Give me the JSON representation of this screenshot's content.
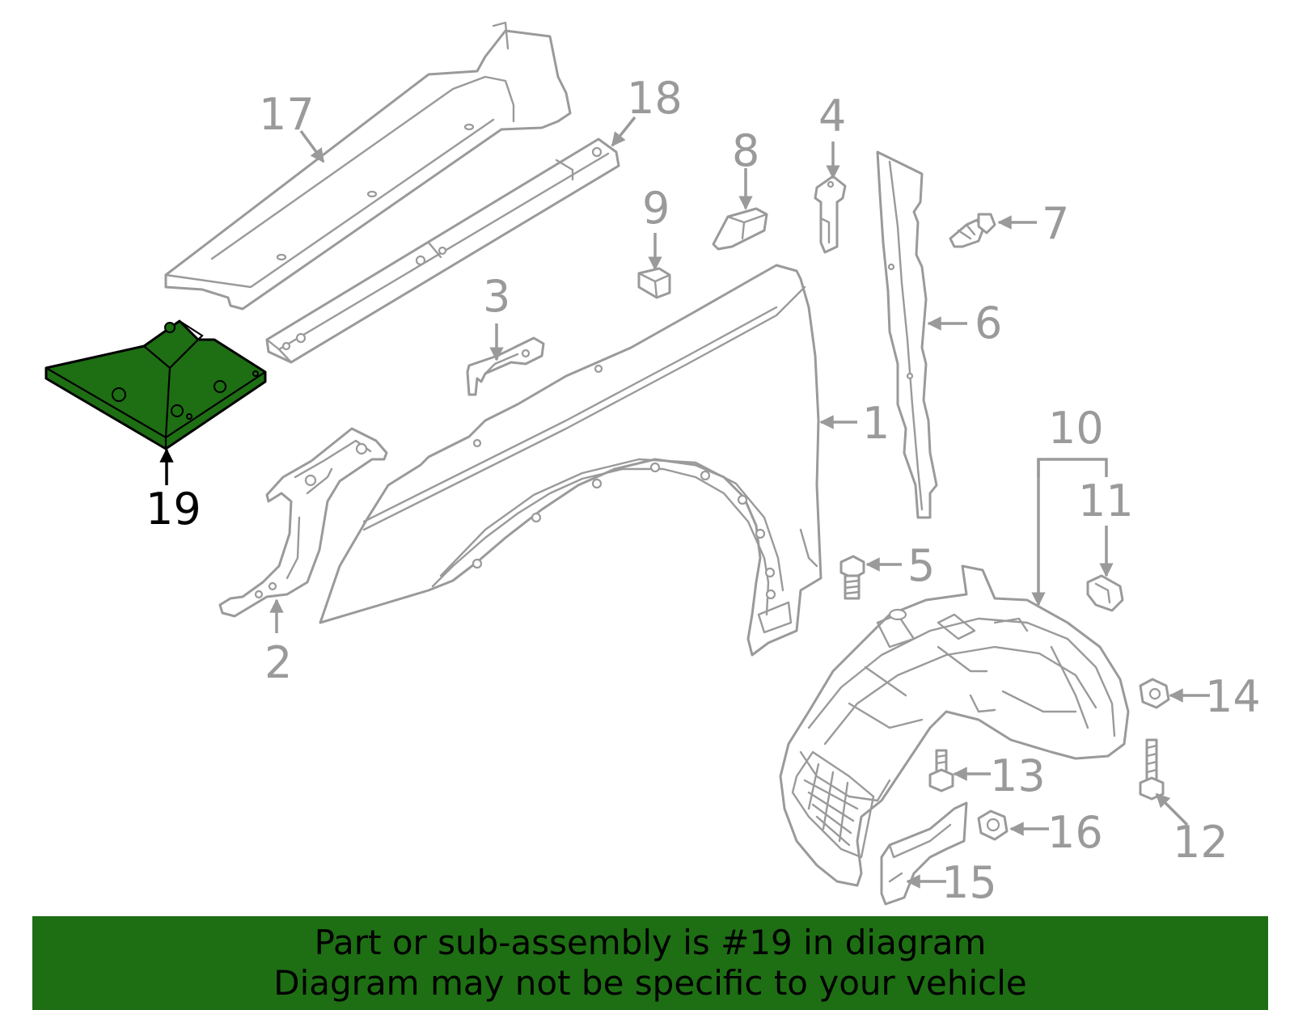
{
  "diagram": {
    "highlight_color": "#1e6e14",
    "part_color": "#9a9a9a",
    "labels": [
      "1",
      "2",
      "3",
      "4",
      "5",
      "6",
      "7",
      "8",
      "9",
      "10",
      "11",
      "12",
      "13",
      "14",
      "15",
      "16",
      "17",
      "18",
      "19"
    ],
    "highlighted_part": "19"
  },
  "banner": {
    "line1": "Part or sub-assembly is #19 in diagram",
    "line2": "Diagram may not be specific to your vehicle"
  }
}
